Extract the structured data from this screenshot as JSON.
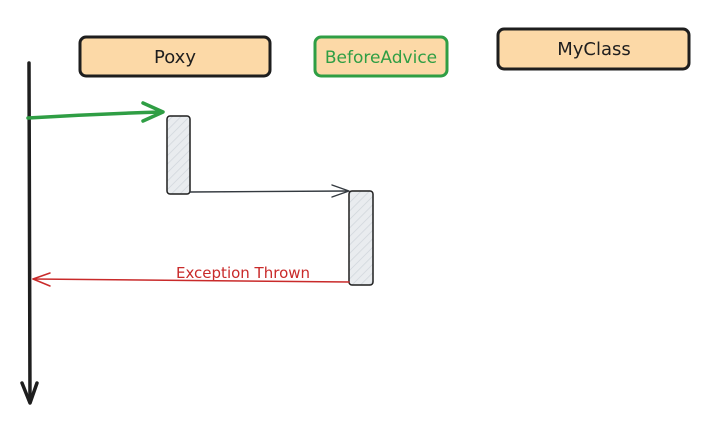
{
  "diagram": {
    "participants": [
      {
        "id": "poxy",
        "label": "Poxy"
      },
      {
        "id": "before-advice",
        "label": "BeforeAdvice"
      },
      {
        "id": "myclass",
        "label": "MyClass"
      }
    ],
    "messages": [
      {
        "id": "exception",
        "label": "Exception Thrown"
      }
    ]
  },
  "colors": {
    "box_fill": "#fcd9a7",
    "box_stroke": "#1e1e1e",
    "accent_green": "#2f9e44",
    "activation_fill": "#e9ecef",
    "return_red": "#c92a2a",
    "line_dark": "#1e1e1e",
    "line_gray": "#343a40"
  }
}
